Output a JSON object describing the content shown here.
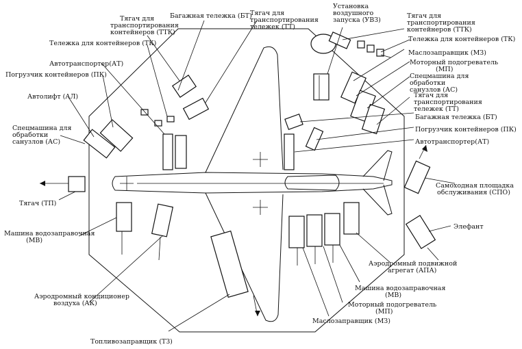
{
  "labels": {
    "bt_top": "Багажная тележка (БТ)",
    "ttk_left_1": "Тягач для",
    "ttk_left_2": "транспортирования",
    "ttk_left_3": "контейнеров (ТТК)",
    "tt_top_1": "Тягач для",
    "tt_top_2": "транспортирования",
    "tt_top_3": "тележек (ТТ)",
    "uvz_1": "Установка",
    "uvz_2": "воздушного",
    "uvz_3": "запуска (УВЗ)",
    "ttk_right_1": "Тягач для",
    "ttk_right_2": "транспортирования",
    "ttk_right_3": "контейнеров (ТТК)",
    "tk_right": "Тележка для контейнеров (ТК)",
    "tk_left": "Тележка для контейнеров (ТК)",
    "mz_right": "Маслозаправщик (МЗ)",
    "mp_right_1": "Моторный подогреватель",
    "mp_right_2": "(МП)",
    "as_right_1": "Спецмашина для",
    "as_right_2": "обработки",
    "as_right_3": "санузлов (АС)",
    "tt_right_1": "Тягач для",
    "tt_right_2": "транспортирования",
    "tt_right_3": "тележек (ТТ)",
    "bt_right": "Багажная тележка (БТ)",
    "pk_right": "Погрузчик контейнеров (ПК)",
    "at_right": "Автотранспортер(АТ)",
    "at_left": "Автотранспортер(АТ)",
    "pk_left": "Погрузчик контейнеров (ПК)",
    "al_left": "Автолифт (АЛ)",
    "as_left_1": "Спецмашина для",
    "as_left_2": "обработки",
    "as_left_3": "санузлов (АС)",
    "tp_left": "Тягач (ТП)",
    "mv_left_1": "Машина водозаправочная",
    "mv_left_2": "(МВ)",
    "spo_1": "Самоходная площадка",
    "spo_2": "обслуживания (СПО)",
    "elefant": "Элефант",
    "apa_1": "Аэродромный подвижной",
    "apa_2": "агрегат (АПА)",
    "mv_right_1": "Машина водозаправочная",
    "mv_right_2": "(МВ)",
    "mp_bottom_1": "Моторный подогреватель",
    "mp_bottom_2": "(МП)",
    "mz_bottom": "Маслозаправщик (МЗ)",
    "ak_1": "Аэродромный кондиционер",
    "ak_2": "воздуха (АК)",
    "tz": "Топливозаправщик (ТЗ)"
  }
}
